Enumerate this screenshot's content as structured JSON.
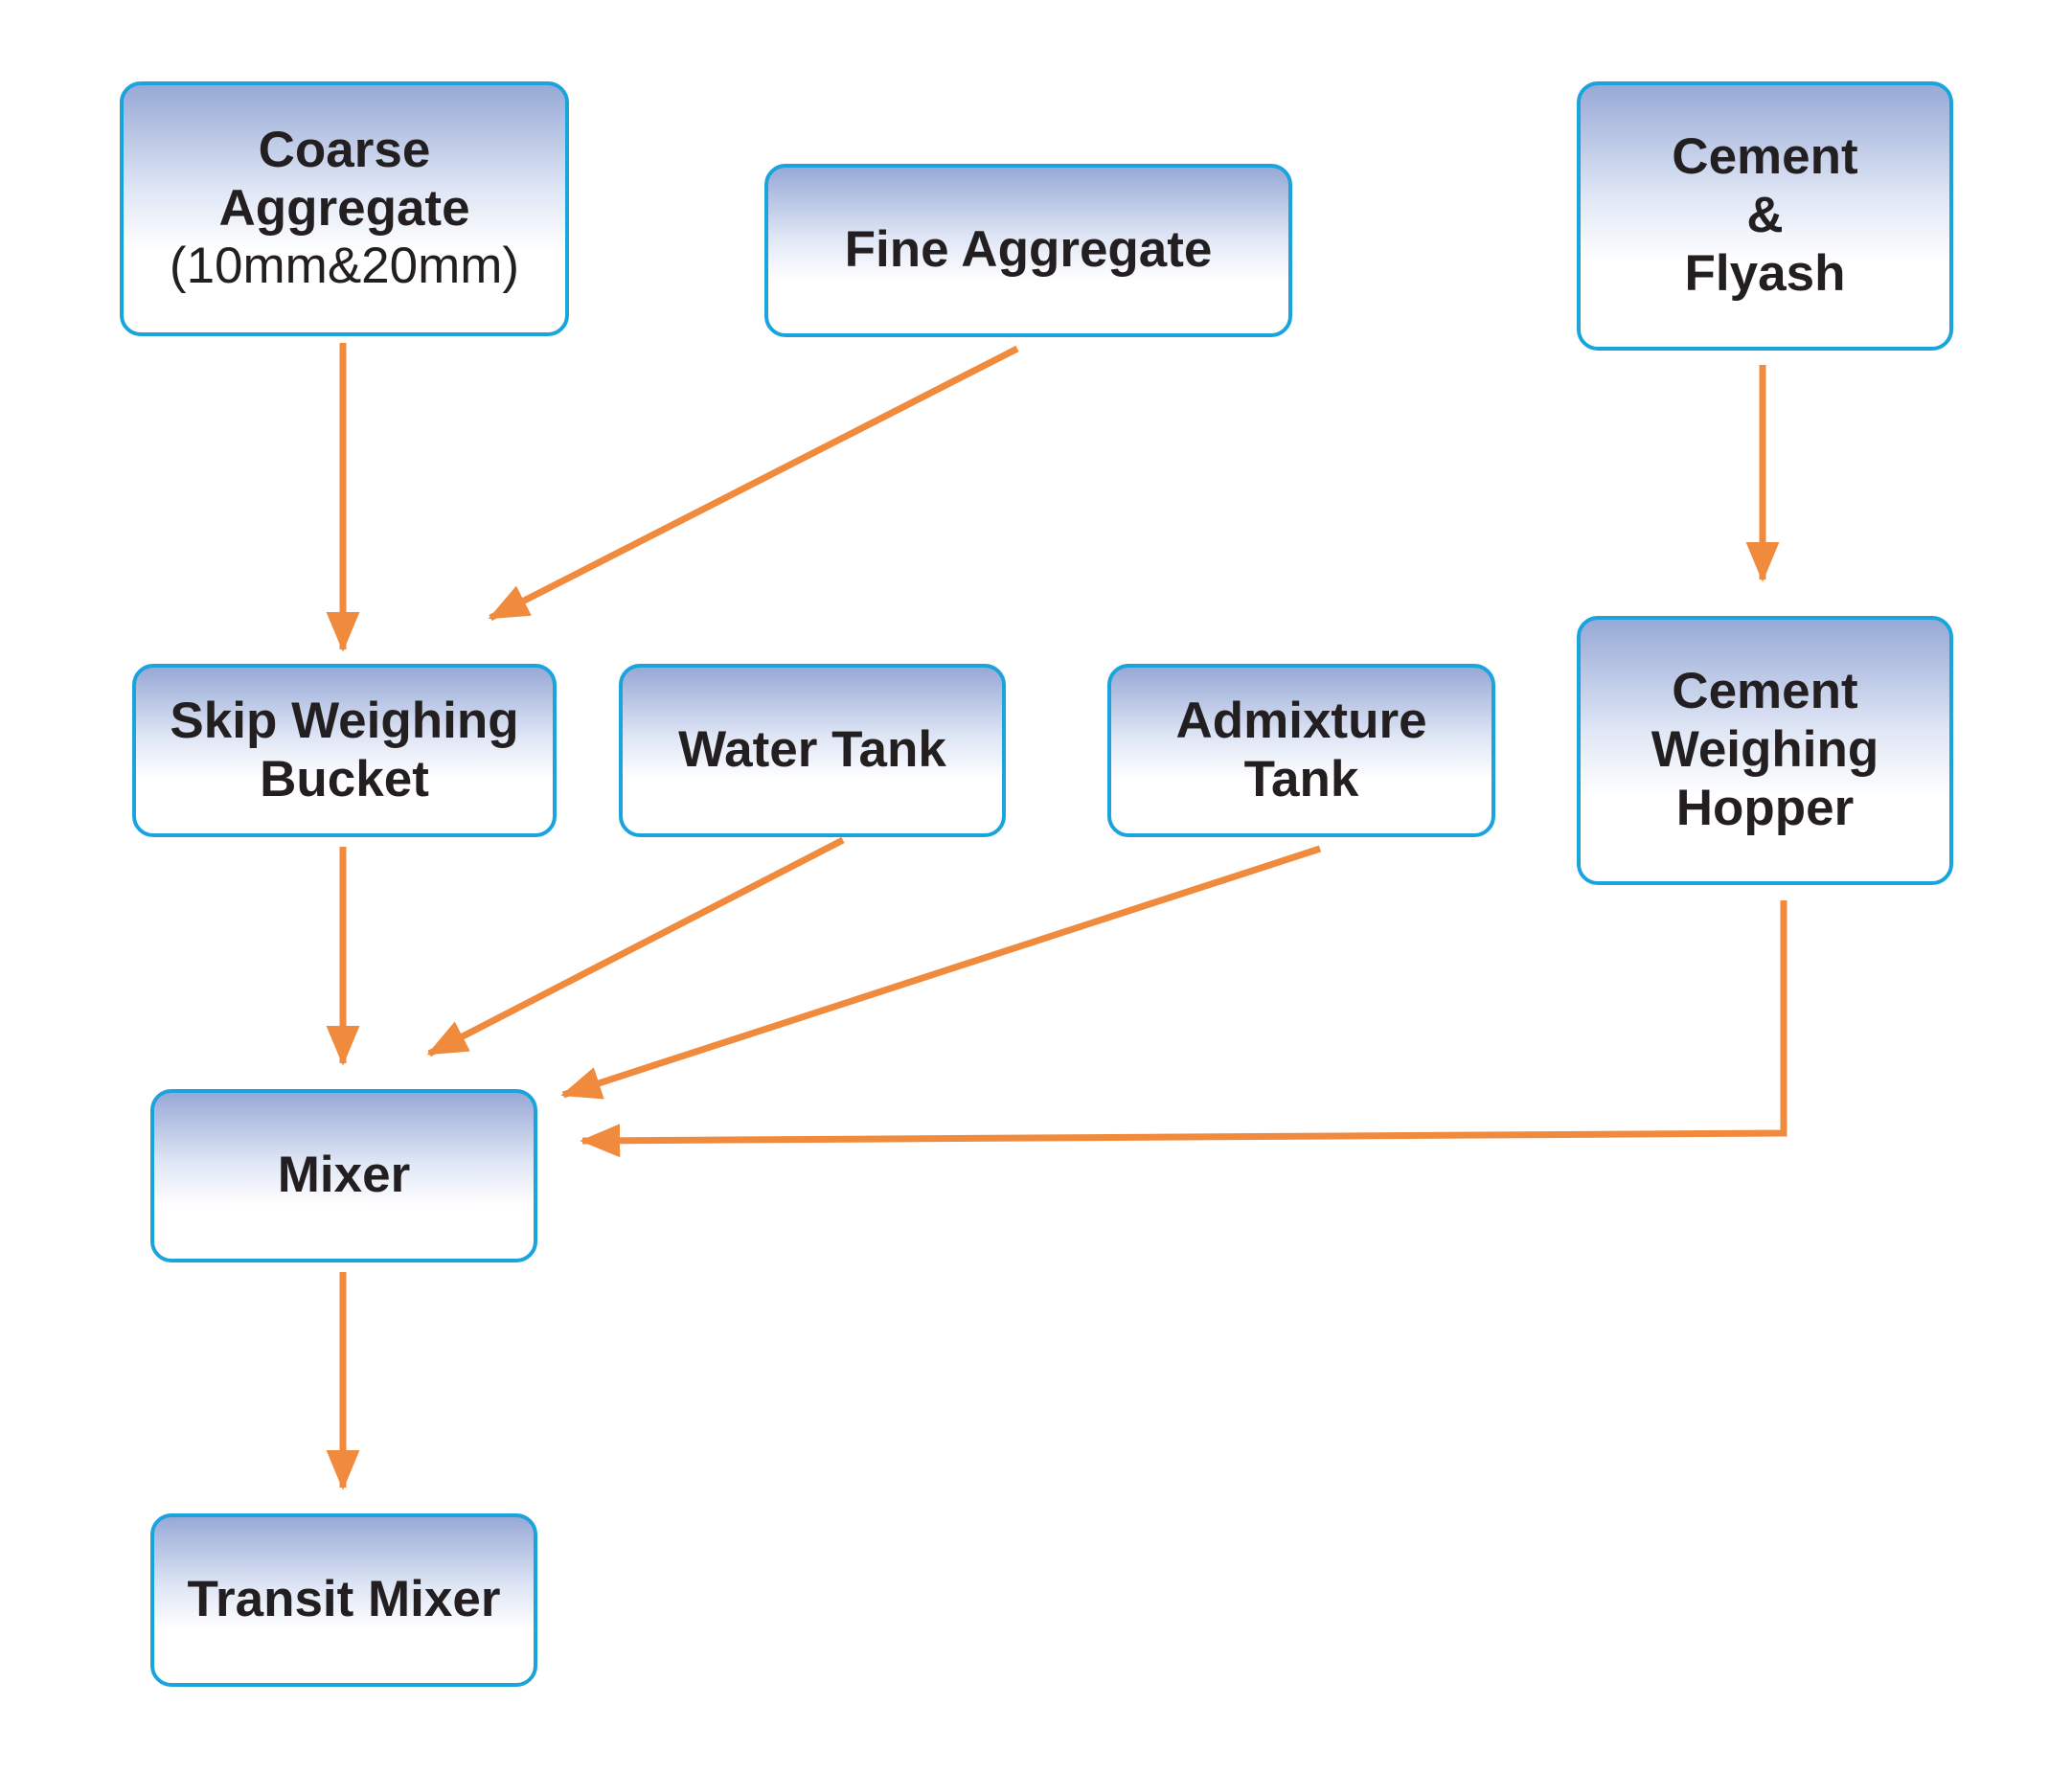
{
  "colors": {
    "node_border": "#1ba3dc",
    "node_gradient_top": "#97a9d6",
    "node_gradient_bottom": "#ffffff",
    "arrow": "#f08a3c",
    "text": "#231f20"
  },
  "nodes": {
    "coarse_aggregate": {
      "line1": "Coarse",
      "line2": "Aggregate",
      "line3": "(10mm&20mm)"
    },
    "fine_aggregate": {
      "line1": "Fine Aggregate"
    },
    "cement_flyash": {
      "line1": "Cement",
      "line2": "&",
      "line3": "Flyash"
    },
    "skip_weighing_bucket": {
      "line1": "Skip Weighing",
      "line2": "Bucket"
    },
    "water_tank": {
      "line1": "Water Tank"
    },
    "admixture_tank": {
      "line1": "Admixture",
      "line2": "Tank"
    },
    "cement_weighing_hopper": {
      "line1": "Cement",
      "line2": "Weighing",
      "line3": "Hopper"
    },
    "mixer": {
      "line1": "Mixer"
    },
    "transit_mixer": {
      "line1": "Transit Mixer"
    }
  },
  "edges": [
    {
      "from": "coarse_aggregate",
      "to": "skip_weighing_bucket"
    },
    {
      "from": "fine_aggregate",
      "to": "skip_weighing_bucket"
    },
    {
      "from": "cement_flyash",
      "to": "cement_weighing_hopper"
    },
    {
      "from": "skip_weighing_bucket",
      "to": "mixer"
    },
    {
      "from": "water_tank",
      "to": "mixer"
    },
    {
      "from": "admixture_tank",
      "to": "mixer"
    },
    {
      "from": "cement_weighing_hopper",
      "to": "mixer"
    },
    {
      "from": "mixer",
      "to": "transit_mixer"
    }
  ]
}
